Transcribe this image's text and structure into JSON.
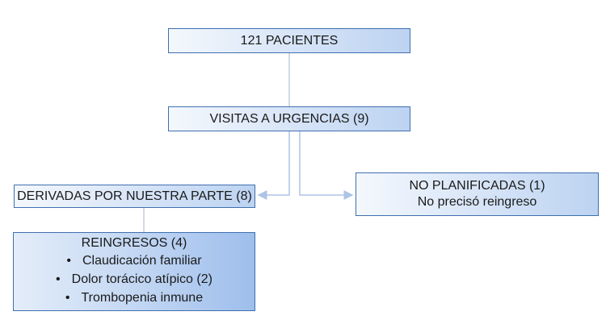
{
  "nodes": {
    "pacientes": {
      "label": "121 PACIENTES"
    },
    "visitas": {
      "label": "VISITAS A URGENCIAS (9)"
    },
    "derivadas": {
      "label": "DERIVADAS POR NUESTRA PARTE (8)"
    },
    "no_planificadas": {
      "label": "NO PLANIFICADAS (1)",
      "detail": "No precisó reingreso"
    },
    "reingresos": {
      "label": "REINGRESOS (4)",
      "items": [
        "Claudicación familiar",
        "Dolor torácico atípico (2)",
        "Trombopenia inmune"
      ]
    }
  },
  "bullet_symbol": "•",
  "colors": {
    "box_border": "#3f6fb0",
    "box_fill_light": "#f4f8fd",
    "box_fill_dark": "#bcd3f1",
    "connector": "#aec4e6"
  }
}
